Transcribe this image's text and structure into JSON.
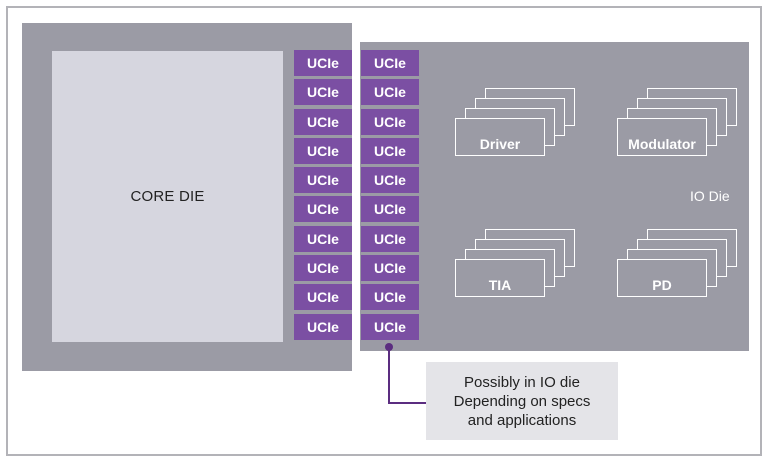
{
  "core_die": {
    "label": "CORE DIE"
  },
  "io_die": {
    "label": "IO Die"
  },
  "ucie": {
    "label": "UCIe",
    "rows": 10,
    "columns": 2
  },
  "components": [
    {
      "label": "Driver"
    },
    {
      "label": "Modulator"
    },
    {
      "label": "TIA"
    },
    {
      "label": "PD"
    }
  ],
  "note": {
    "lines": [
      "Possibly in IO die",
      "Depending on specs",
      "and applications"
    ]
  },
  "colors": {
    "ucie": "#7b4fa3",
    "die": "#9b9ba5",
    "core_inner": "#d6d6df",
    "note_bg": "#e4e4e8",
    "connector": "#5b2d80"
  }
}
